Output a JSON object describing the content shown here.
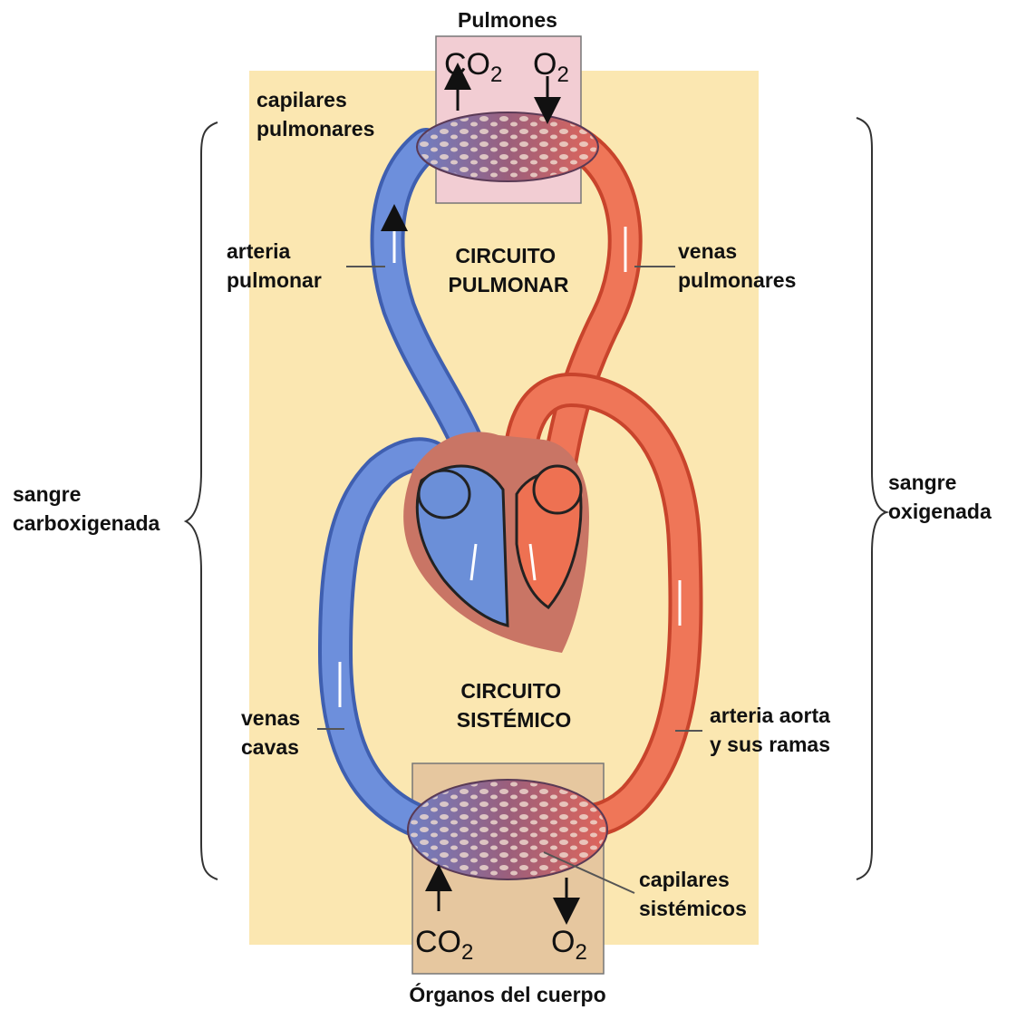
{
  "colors": {
    "background_panel": "#fbe7b1",
    "lungs_box": "#f2cdd3",
    "organs_box": "#e6c79f",
    "deoxygenated_blood": "#5b7fd0",
    "oxygenated_blood": "#ec6a4c",
    "heart_wall": "#c97565",
    "capillary_bed": "#9a6a85"
  },
  "lungs": {
    "title": "Pulmones",
    "co2_main": "CO",
    "co2_sub": "2",
    "o2_main": "O",
    "o2_sub": "2"
  },
  "organs": {
    "title": "Órganos del cuerpo",
    "co2_main": "CO",
    "co2_sub": "2",
    "o2_main": "O",
    "o2_sub": "2"
  },
  "labels": {
    "capilares_pulmonares": [
      "capilares",
      "pulmonares"
    ],
    "arteria_pulmonar": [
      "arteria",
      "pulmonar"
    ],
    "venas_pulmonares": [
      "venas",
      "pulmonares"
    ],
    "circuito_pulmonar": [
      "CIRCUITO",
      "PULMONAR"
    ],
    "circuito_sistemico": [
      "CIRCUITO",
      "SISTÉMICO"
    ],
    "venas_cavas": [
      "venas",
      "cavas"
    ],
    "arteria_aorta": [
      "arteria aorta",
      "y sus ramas"
    ],
    "capilares_sistemicos": [
      "capilares",
      "sistémicos"
    ],
    "sangre_carboxigenada": [
      "sangre",
      "carboxigenada"
    ],
    "sangre_oxigenada": [
      "sangre",
      "oxigenada"
    ]
  }
}
